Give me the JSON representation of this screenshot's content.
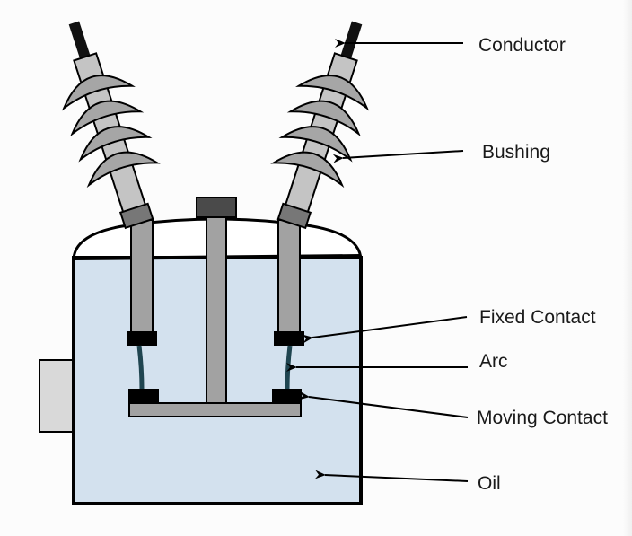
{
  "diagram": {
    "title": "Oil Circuit Breaker",
    "labels": {
      "conductor": "Conductor",
      "bushing": "Bushing",
      "fixed_contact": "Fixed Contact",
      "arc": "Arc",
      "moving_contact": "Moving Contact",
      "oil": "Oil"
    },
    "colors": {
      "oil": "#d3e1ee",
      "bushing_shed": "#a6a6a6",
      "bushing_core": "#c4c4c4",
      "rod": "#a2a2a2",
      "collar": "#777777",
      "top_cap": "#4a4a4a",
      "contact": "#000000",
      "arc": "#1f4550",
      "side_box": "#d9d9d9",
      "outline": "#000000"
    }
  }
}
